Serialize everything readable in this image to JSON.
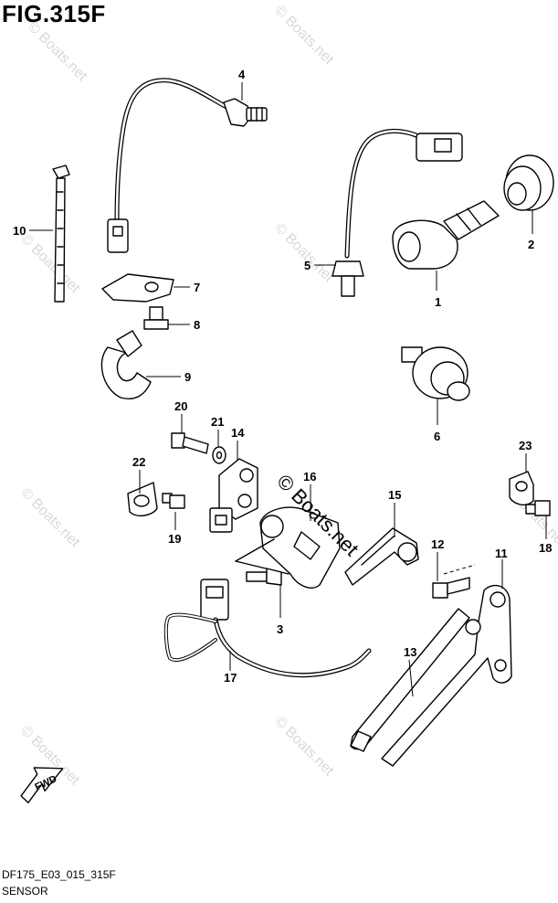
{
  "figure": {
    "title": "FIG.315F"
  },
  "footer": {
    "code": "DF175_E03_015_315F",
    "name": "SENSOR"
  },
  "watermark": {
    "text": "© Boats.net",
    "color": "#d9d9d9"
  },
  "fwd_label": "FWD",
  "callouts": [
    {
      "id": "c1",
      "label": "1"
    },
    {
      "id": "c2",
      "label": "2"
    },
    {
      "id": "c3",
      "label": "3"
    },
    {
      "id": "c4",
      "label": "4"
    },
    {
      "id": "c5",
      "label": "5"
    },
    {
      "id": "c6",
      "label": "6"
    },
    {
      "id": "c7",
      "label": "7"
    },
    {
      "id": "c8",
      "label": "8"
    },
    {
      "id": "c9",
      "label": "9"
    },
    {
      "id": "c10",
      "label": "10"
    },
    {
      "id": "c11",
      "label": "11"
    },
    {
      "id": "c12",
      "label": "12"
    },
    {
      "id": "c13",
      "label": "13"
    },
    {
      "id": "c14",
      "label": "14"
    },
    {
      "id": "c15",
      "label": "15"
    },
    {
      "id": "c16",
      "label": "16"
    },
    {
      "id": "c17",
      "label": "17"
    },
    {
      "id": "c18",
      "label": "18"
    },
    {
      "id": "c19",
      "label": "19"
    },
    {
      "id": "c20",
      "label": "20"
    },
    {
      "id": "c21",
      "label": "21"
    },
    {
      "id": "c22",
      "label": "22"
    },
    {
      "id": "c23",
      "label": "23"
    }
  ]
}
